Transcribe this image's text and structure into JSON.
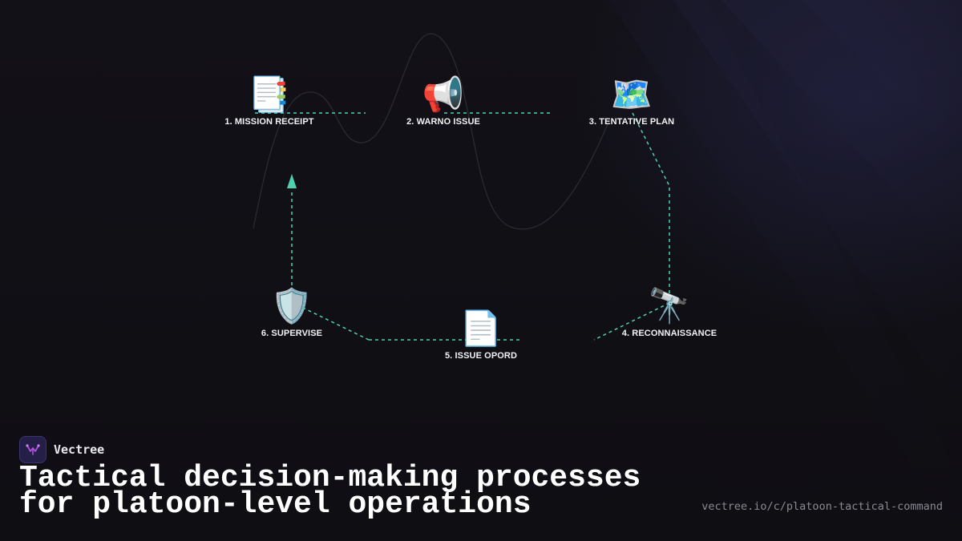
{
  "diagram": {
    "steps": [
      {
        "number": 1,
        "label": "1. MISSION RECEIPT",
        "icon": "bookmark-tabs-icon",
        "glyph": "📑"
      },
      {
        "number": 2,
        "label": "2. WARNO ISSUE",
        "icon": "megaphone-icon",
        "glyph": "📢"
      },
      {
        "number": 3,
        "label": "3. TENTATIVE PLAN",
        "icon": "world-map-icon",
        "glyph": "🗺️"
      },
      {
        "number": 4,
        "label": "4. RECONNAISSANCE",
        "icon": "telescope-icon",
        "glyph": "🔭"
      },
      {
        "number": 5,
        "label": "5. ISSUE OPORD",
        "icon": "document-icon",
        "glyph": "📄"
      },
      {
        "number": 6,
        "label": "6. SUPERVISE",
        "icon": "shield-icon",
        "glyph": "🛡️"
      }
    ],
    "connector_color": "#4fd1b0"
  },
  "brand": {
    "name": "Vectree",
    "logo_color": "#b04fe0"
  },
  "headline": "Tactical decision-making processes for platoon-level operations",
  "url": "vectree.io/c/platoon-tactical-command"
}
